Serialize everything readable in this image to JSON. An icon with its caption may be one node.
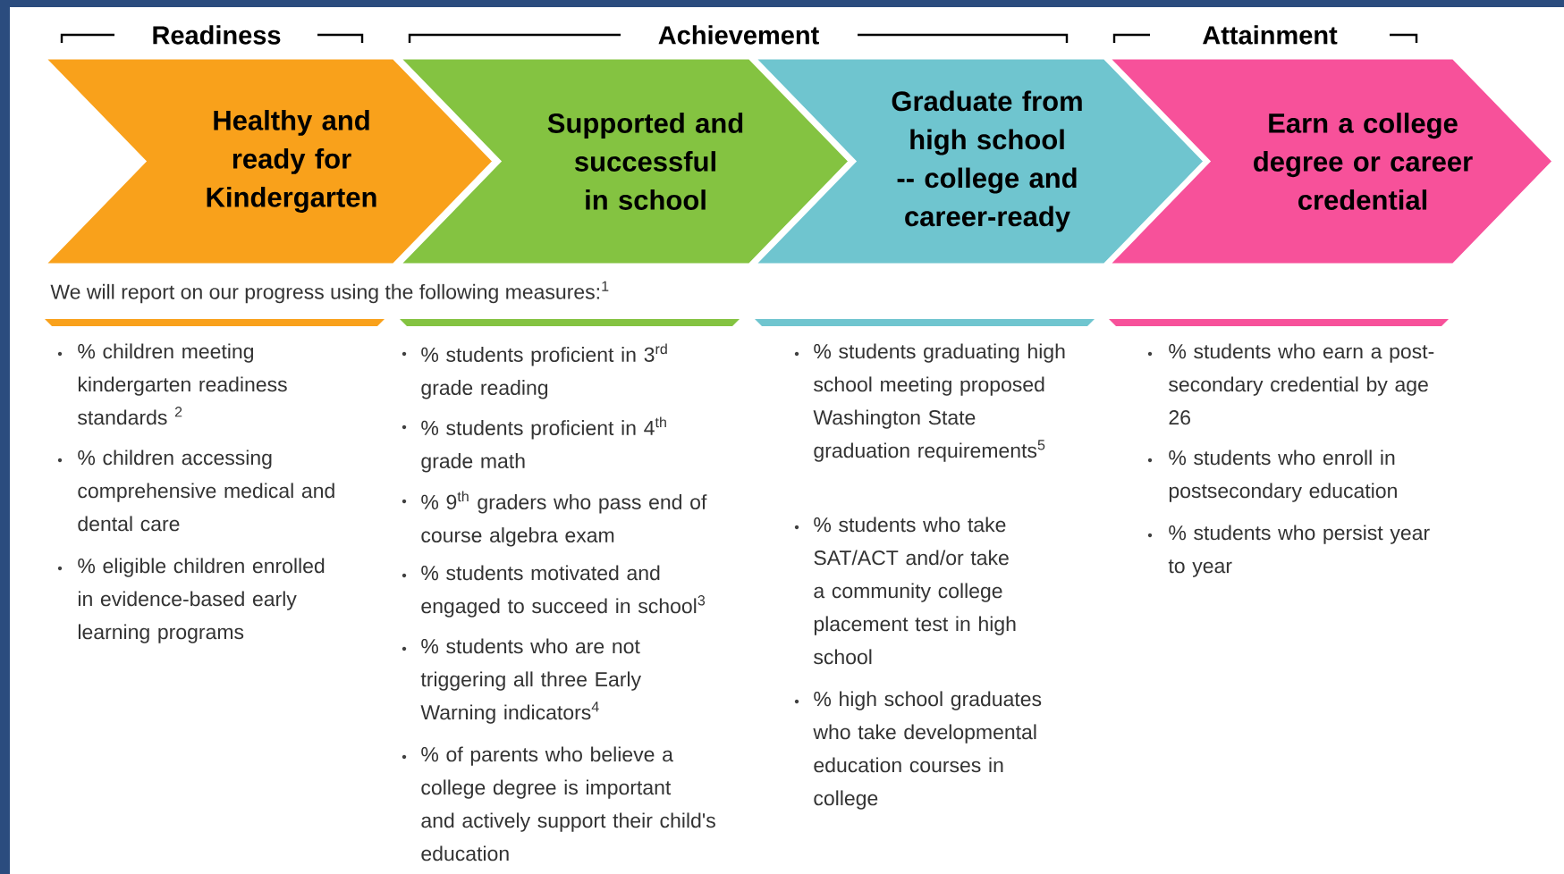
{
  "diagram": {
    "nodes": [
      {
        "text": [
          "Healthy and ready for Kindergarten"
        ]
      },
      {
        "text": [
          "Supported and successful in school"
        ]
      },
      {
        "text": [
          "Graduate from high school -- college and career-ready"
        ]
      },
      {
        "text": [
          "Earn a college degree or career credential"
        ]
      }
    ],
    "labels": [
      "Readiness",
      "Achievement",
      "Attainment",
      "We will report on our progress using the following measures:$^{1}$",
      "% children meeting kindergarten readiness standards $^{2}$",
      "% children accessing comprehensive medical and dental care",
      "% eligible children enrolled in evidence-based early learning programs",
      "% students proficient in 3$^{rd}$ grade reading",
      "% students proficient in 4$^{th}$ grade math",
      "% 9$^{th}$ graders who pass end of course algebra exam",
      "% students motivated and engaged to succeed in school$^{3}$",
      "% students who are not triggering all three Early Warning indicators$^{4}$",
      "% of parents who believe a college degree is important and actively support their child's education",
      "% students graduating high school meeting proposed Washington State graduation requirements$^{5}$",
      "% students who take SAT/ACT and/or take a community college placement test in high school",
      "% high school graduates who take developmental education courses in college",
      "% students who earn a post-secondary credential by age 26",
      "% students who enroll in postsecondary education",
      "% students who persist year to year"
    ]
  }
}
